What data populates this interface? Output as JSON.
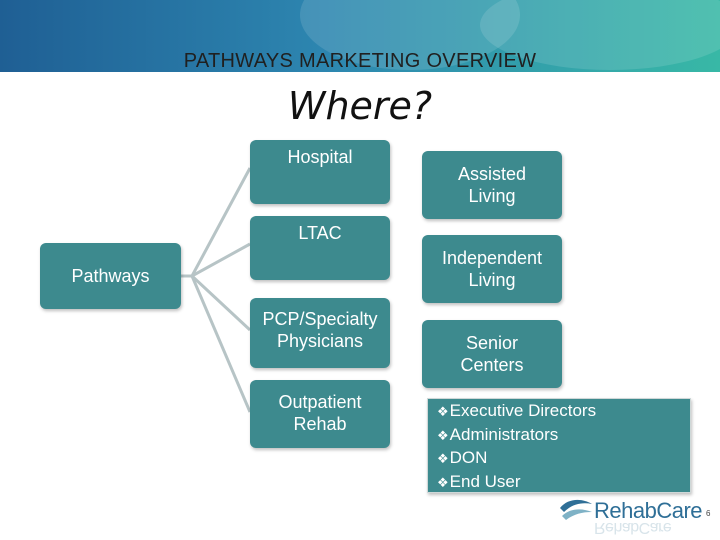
{
  "header": {
    "title": "PATHWAYS MARKETING OVERVIEW"
  },
  "slide": {
    "subtitle": "Where?",
    "root_label": "Pathways",
    "left_column": [
      "Hospital",
      "LTAC",
      "PCP/Specialty\nPhysicians",
      "Outpatient\nRehab"
    ],
    "right_column": [
      "Assisted\nLiving",
      "Independent\nLiving",
      "Senior\nCenters"
    ],
    "audience_list": [
      "Executive Directors",
      "Administrators",
      "DON",
      "End User"
    ],
    "bullet_glyph": "❖"
  },
  "footer": {
    "logo_text": "RehabCare",
    "page_number": "6"
  },
  "colors": {
    "box_fill": "#3d8a8e",
    "banner_start": "#1f5f94",
    "banner_end": "#38b8a6",
    "connector": "#b7c4c6"
  }
}
